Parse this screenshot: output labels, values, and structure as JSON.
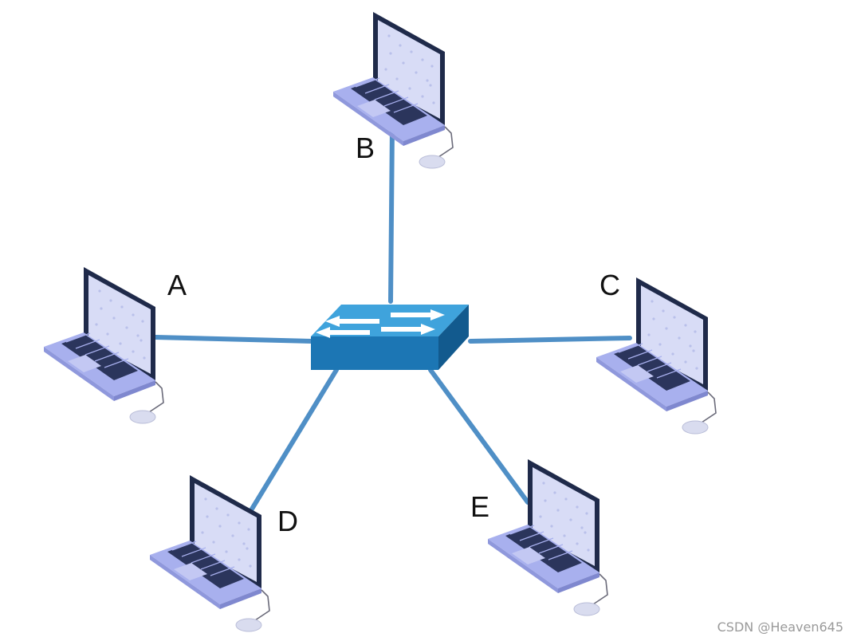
{
  "diagram": {
    "type": "star network topology",
    "center": {
      "name": "switch",
      "icon": "switch-icon"
    },
    "nodes": [
      {
        "id": "B",
        "label": "B",
        "icon": "laptop-icon"
      },
      {
        "id": "A",
        "label": "A",
        "icon": "laptop-icon"
      },
      {
        "id": "C",
        "label": "C",
        "icon": "laptop-icon"
      },
      {
        "id": "D",
        "label": "D",
        "icon": "laptop-icon"
      },
      {
        "id": "E",
        "label": "E",
        "icon": "laptop-icon"
      }
    ],
    "links": [
      {
        "from": "switch",
        "to": "B"
      },
      {
        "from": "switch",
        "to": "A"
      },
      {
        "from": "switch",
        "to": "C"
      },
      {
        "from": "switch",
        "to": "D"
      },
      {
        "from": "switch",
        "to": "E"
      }
    ],
    "colors": {
      "link": "#4f8fc6",
      "switch_top": "#3fa3dc",
      "switch_front": "#1c76b4",
      "switch_side": "#125a8e",
      "laptop_body": "#a8b0ee",
      "laptop_screen_frame": "#1f2a4a",
      "laptop_screen": "#d8dcf6",
      "laptop_keys": "#2b355c"
    }
  },
  "watermark": "CSDN @Heaven645"
}
